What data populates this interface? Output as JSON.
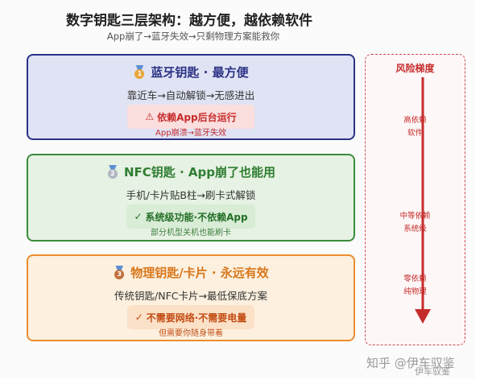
{
  "header": {
    "title": "数字钥匙三层架构：越方便，越依赖软件",
    "subtitle": "App崩了→蓝牙失效→只剩物理方案能救你"
  },
  "layers": [
    {
      "medal": "1",
      "title": "蓝牙钥匙 · 最方便",
      "desc": "靠近车→自动解锁→无感进出",
      "badge_icon": "warning-icon",
      "badge_symbol": "⚠",
      "badge": "依赖App后台运行",
      "badge_sub": "App崩溃→蓝牙失效"
    },
    {
      "medal": "2",
      "title": "NFC钥匙 · App崩了也能用",
      "desc": "手机/卡片贴B柱→刷卡式解锁",
      "badge_icon": "check-icon",
      "badge_symbol": "✓",
      "badge": "系统级功能·不依赖App",
      "badge_sub": "部分机型关机也能刷卡"
    },
    {
      "medal": "3",
      "title": "物理钥匙/卡片 · 永远有效",
      "desc": "传统钥匙/NFC卡片→最低保底方案",
      "badge_icon": "check-icon",
      "badge_symbol": "✓",
      "badge": "不需要网络·不需要电量",
      "badge_sub": "但需要你随身带着"
    }
  ],
  "risk": {
    "title": "风险梯度",
    "levels": [
      {
        "line1": "高依赖",
        "line2": "软件"
      },
      {
        "line1": "中等依赖",
        "line2": "系统级"
      },
      {
        "line1": "零依赖",
        "line2": "纯物理"
      }
    ]
  },
  "colors": {
    "layer1_border": "#2b3285",
    "layer2_border": "#3b8b3c",
    "layer3_border": "#eb8d2c",
    "risk": "#c62b2b"
  },
  "watermark": {
    "text": "知乎 @伊车驭鉴",
    "sub": "伊车驭鉴"
  }
}
